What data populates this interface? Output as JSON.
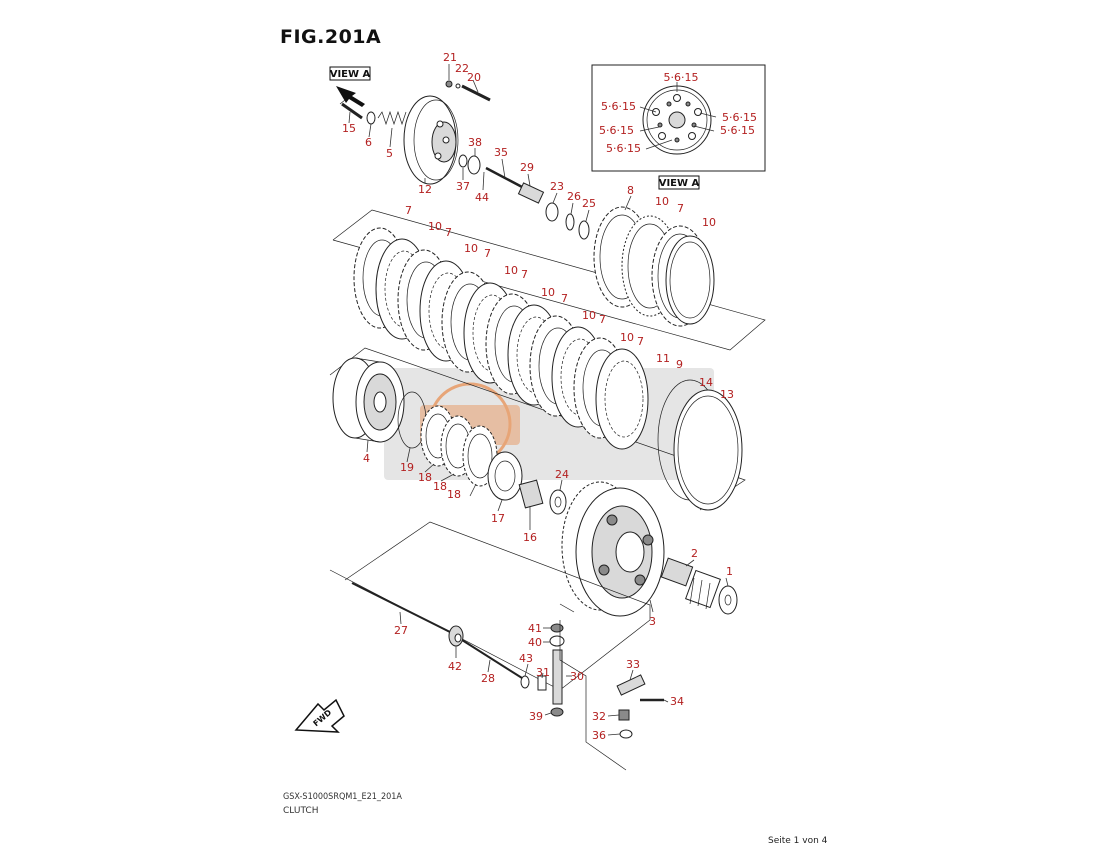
{
  "figure": {
    "title": "FIG.201A",
    "model_code": "GSX-S1000SRQM1_E21_201A",
    "caption": "CLUTCH",
    "page_indicator": "Seite 1 von 4"
  },
  "view_labels": {
    "view_a_left": "VIEW A",
    "view_a_inset": "VIEW A",
    "fwd": "FWD"
  },
  "inset_labels": [
    "5·6·15",
    "5·6·15",
    "5·6·15",
    "5·6·15",
    "5·6·15",
    "5·6·15"
  ],
  "part_numbers": {
    "p1": "1",
    "p2": "2",
    "p3": "3",
    "p4": "4",
    "p5": "5",
    "p6": "6",
    "p7a": "7",
    "p7b": "7",
    "p7c": "7",
    "p7d": "7",
    "p7e": "7",
    "p7f": "7",
    "p7g": "7",
    "p7h": "7",
    "p8": "8",
    "p9": "9",
    "p10a": "10",
    "p10b": "10",
    "p10c": "10",
    "p10d": "10",
    "p10e": "10",
    "p10f": "10",
    "p10g": "10",
    "p10h": "10",
    "p11": "11",
    "p12": "12",
    "p13": "13",
    "p14": "14",
    "p15": "15",
    "p16": "16",
    "p17": "17",
    "p18a": "18",
    "p18b": "18",
    "p18c": "18",
    "p19": "19",
    "p20": "20",
    "p21": "21",
    "p22": "22",
    "p23": "23",
    "p24": "24",
    "p25": "25",
    "p26": "26",
    "p27": "27",
    "p28": "28",
    "p29": "29",
    "p30": "30",
    "p31": "31",
    "p32": "32",
    "p33": "33",
    "p34": "34",
    "p35": "35",
    "p36": "36",
    "p37": "37",
    "p38": "38",
    "p39": "39",
    "p40": "40",
    "p41": "41",
    "p42": "42",
    "p43": "43",
    "p44": "44"
  },
  "colors": {
    "label": "#b32020",
    "line": "#333333",
    "watermark": "#bdbdbd",
    "watermark_accent": "#e98a4a"
  }
}
